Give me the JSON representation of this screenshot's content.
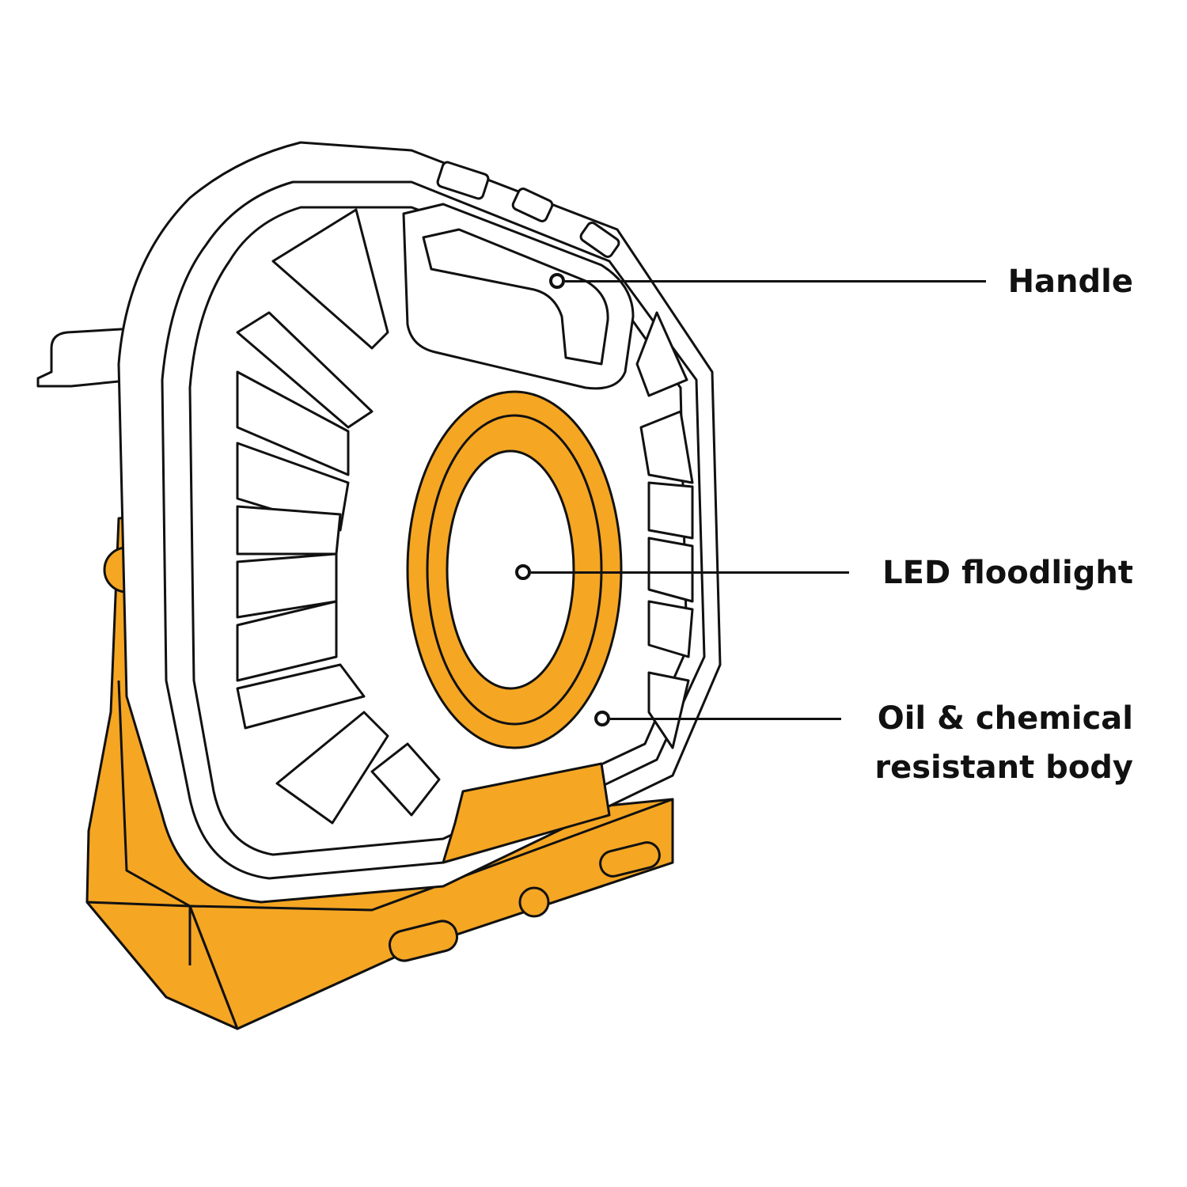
{
  "colors": {
    "accent": "#F5A623",
    "outline": "#111111",
    "background": "#FFFFFF"
  },
  "callouts": [
    {
      "id": "handle",
      "label": "Handle"
    },
    {
      "id": "led",
      "label": "LED floodlight"
    },
    {
      "id": "body",
      "label_line1": "Oil & chemical",
      "label_line2": "resistant body"
    }
  ]
}
